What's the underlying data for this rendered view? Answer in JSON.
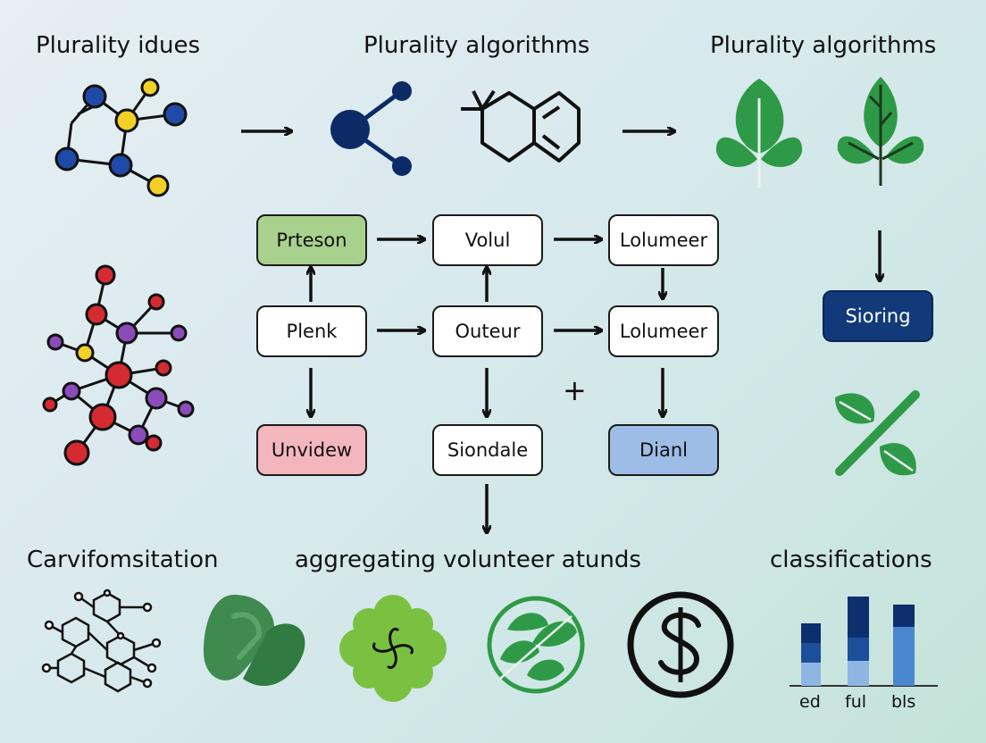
{
  "headings": {
    "top_left": "Plurality idues",
    "top_center": "Plurality algorithms",
    "top_right": "Plurality algorithms",
    "bottom_left": "Carvifomsitation",
    "bottom_center": "aggregating volunteer atunds",
    "bottom_right": "classifications"
  },
  "flow": {
    "r1c1": "Prteson",
    "r1c2": "Volul",
    "r1c3": "Lolumeer",
    "r2c1": "Plenk",
    "r2c2": "Outeur",
    "r2c3": "Lolumeer",
    "r3c1": "Unvidew",
    "r3c2": "Siondale",
    "r3c3": "Dianl",
    "plus": "+"
  },
  "side": {
    "button": "Sioring"
  },
  "mini_chart": {
    "labels": [
      "ed",
      "ful",
      "bls"
    ]
  },
  "colors": {
    "green_box": "#a9d18e",
    "pink_box": "#f4b6bd",
    "blue_box": "#9dbce6",
    "navy": "#123a7a",
    "leaf_green": "#2e9a47"
  }
}
